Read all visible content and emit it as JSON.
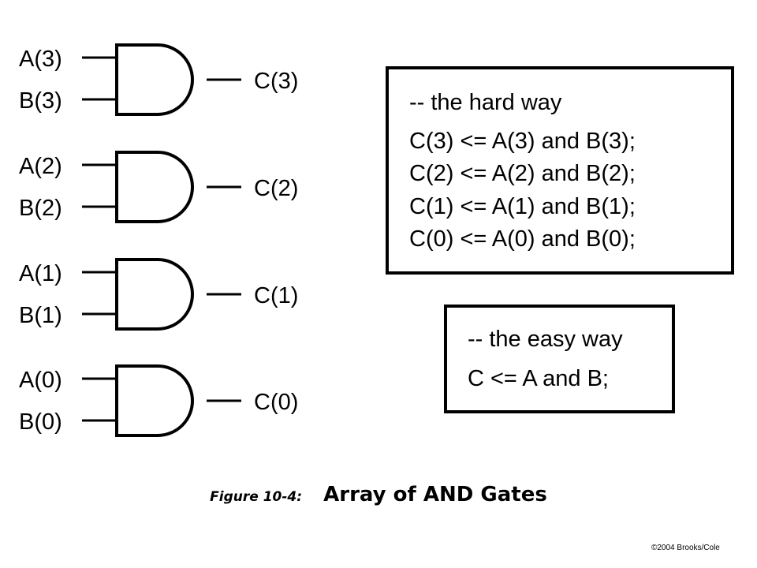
{
  "gates": [
    {
      "input_a": "A(3)",
      "input_b": "B(3)",
      "output": "C(3)"
    },
    {
      "input_a": "A(2)",
      "input_b": "B(2)",
      "output": "C(2)"
    },
    {
      "input_a": "A(1)",
      "input_b": "B(1)",
      "output": "C(1)"
    },
    {
      "input_a": "A(0)",
      "input_b": "B(0)",
      "output": "C(0)"
    }
  ],
  "hard_way": {
    "lines": [
      "-- the hard way",
      "C(3) <= A(3) and B(3);",
      "C(2) <= A(2) and B(2);",
      "C(1) <= A(1) and B(1);",
      "C(0) <= A(0) and B(0);"
    ]
  },
  "easy_way": {
    "lines": [
      "-- the easy way",
      "C <= A and B;"
    ]
  },
  "caption": {
    "figure_number": "Figure 10-4:",
    "title": "Array of AND Gates"
  },
  "copyright": "©2004 Brooks/Cole"
}
